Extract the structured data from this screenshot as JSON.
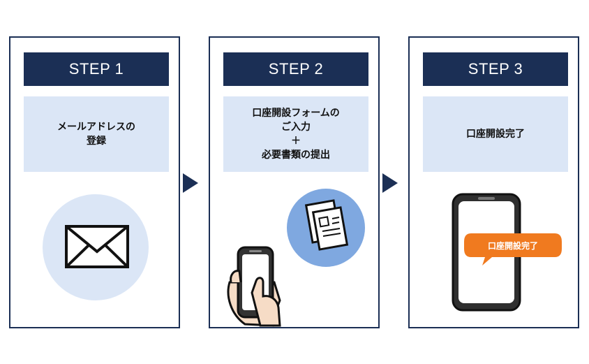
{
  "steps": [
    {
      "label": "STEP 1",
      "desc_lines": [
        "メールアドレスの",
        "登録"
      ],
      "icon": "envelope-icon"
    },
    {
      "label": "STEP 2",
      "desc_lines": [
        "口座開設フォームの",
        "ご入力",
        "＋",
        "必要書類の提出"
      ],
      "icon": "smartphone-tap-icon"
    },
    {
      "label": "STEP 3",
      "desc_lines": [
        "口座開設完了"
      ],
      "icon": "smartphone-icon"
    }
  ],
  "step3": {
    "bubble_text": "口座開設完了"
  },
  "colors": {
    "navy": "#1b2f55",
    "light_blue": "#dbe6f6",
    "circle_blue": "#7fa8e0",
    "orange": "#f07a1f"
  }
}
